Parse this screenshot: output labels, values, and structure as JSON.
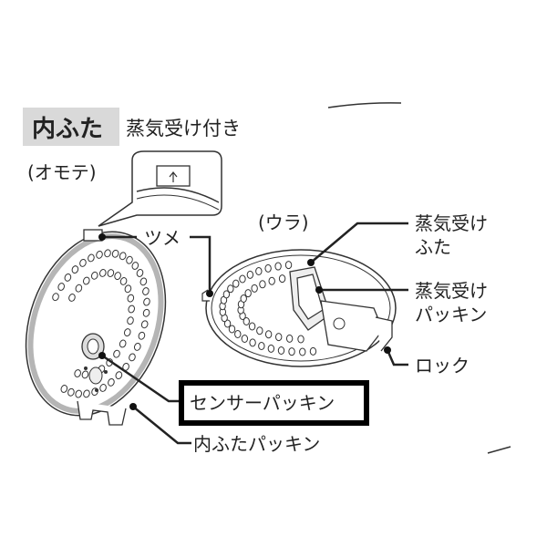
{
  "header": {
    "title_tag": "内ふた",
    "subtitle": "蒸気受け付き"
  },
  "views": {
    "front": "(オモテ)",
    "back": "(ウラ)"
  },
  "labels": {
    "tsume": "ツメ",
    "steam_cover_line1": "蒸気受け",
    "steam_cover_line2": "ふた",
    "steam_packing_line1": "蒸気受け",
    "steam_packing_line2": "パッキン",
    "lock": "ロック",
    "sensor_packing": "センサーパッキン",
    "inner_lid_packing": "内ふたパッキン"
  },
  "colors": {
    "title_bg": "#d9d9d9",
    "line": "#222222",
    "packing": "#b5b5b5"
  }
}
